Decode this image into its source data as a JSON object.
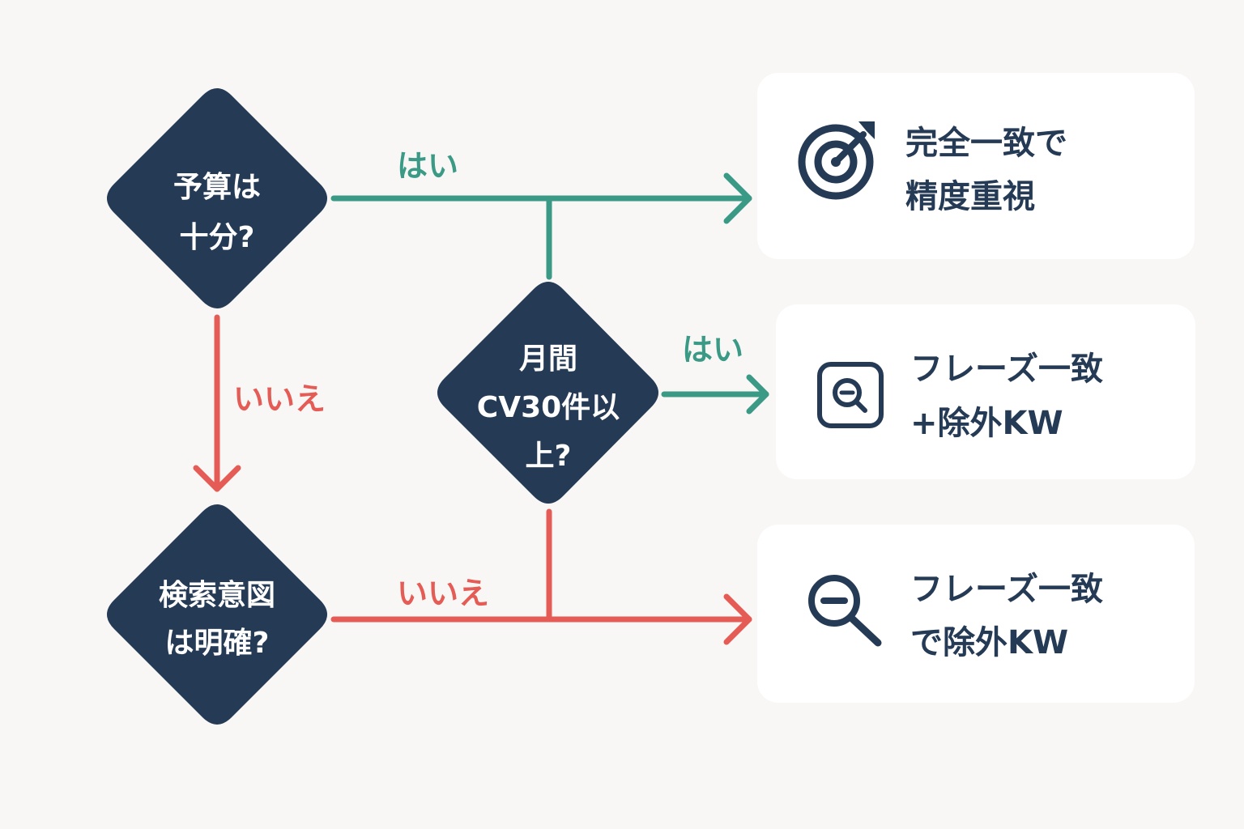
{
  "colors": {
    "background": "#f8f7f5",
    "node": "#253a55",
    "yes": "#3a9a85",
    "no": "#e45c55",
    "card": "#ffffff",
    "text_dark": "#253a55"
  },
  "decisions": {
    "budget": {
      "line1": "予算は",
      "line2": "十分?"
    },
    "cv": {
      "line1": "月間",
      "line2": "CV30件以",
      "line3": "上?"
    },
    "intent": {
      "line1": "検索意図",
      "line2": "は明確?"
    }
  },
  "edges": {
    "budget_yes": "はい",
    "budget_no": "いいえ",
    "cv_yes": "はい",
    "intent_no": "いいえ"
  },
  "results": {
    "exact": {
      "icon": "target-icon",
      "line1": "完全一致で",
      "line2": "精度重視"
    },
    "phrase_negative": {
      "icon": "zoom-out-square-icon",
      "line1": "フレーズ一致",
      "line2": "+除外KW"
    },
    "phrase_negative_alt": {
      "icon": "zoom-out-icon",
      "line1": "フレーズ一致",
      "line2": "で除外KW"
    }
  }
}
